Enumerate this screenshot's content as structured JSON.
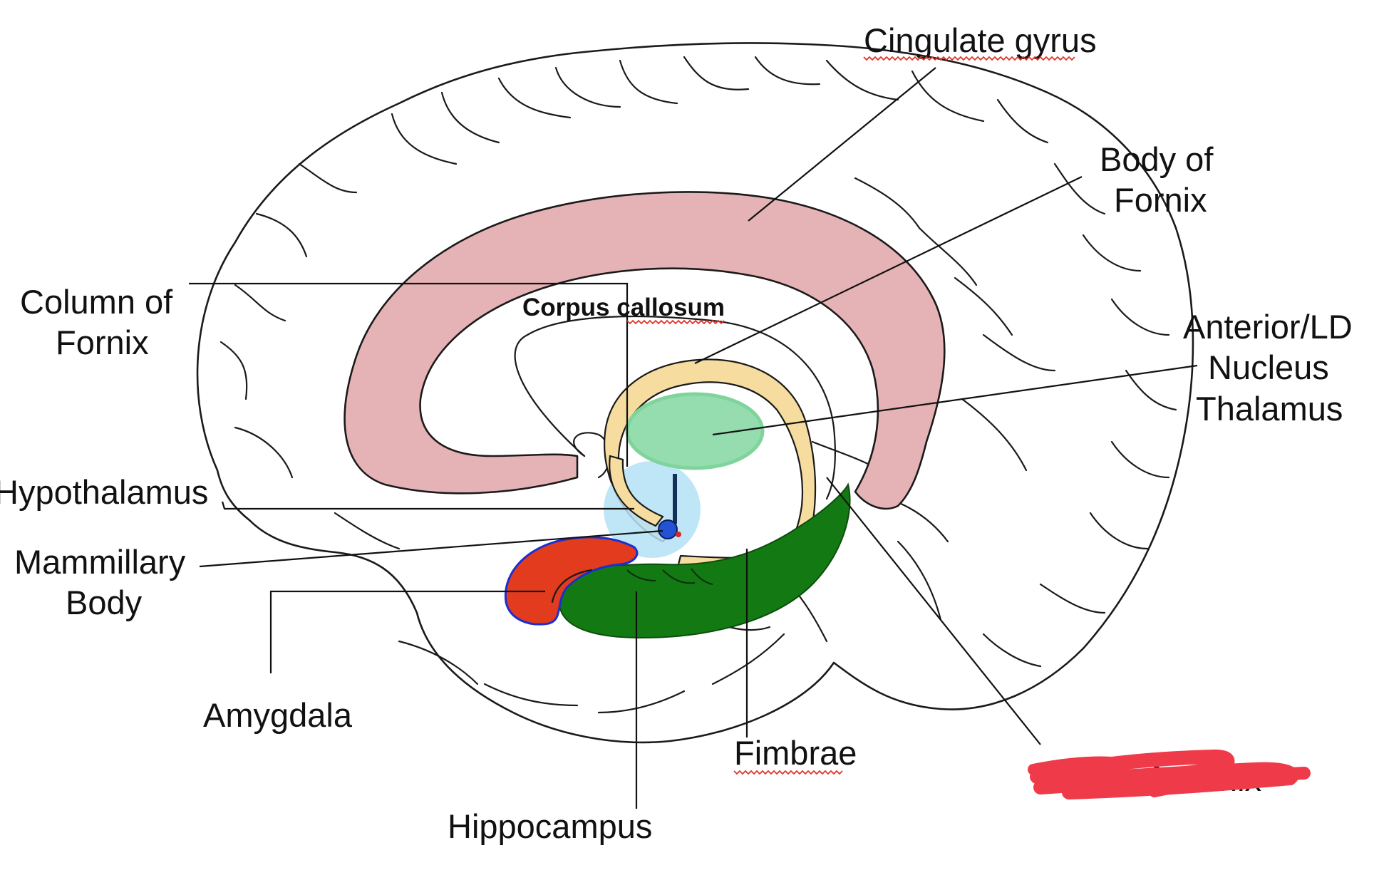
{
  "labels": {
    "cingulate_gyrus": "Cingulate gyrus",
    "body_of_fornix_line1": "Body of",
    "body_of_fornix_line2": "Fornix",
    "column_of_fornix_line1": "Column of",
    "column_of_fornix_line2": "Fornix",
    "corpus_callosum": "Corpus callosum",
    "anterior_ld_line1": "Anterior/LD",
    "anterior_ld_line2": "Nucleus",
    "anterior_ld_line3": "Thalamus",
    "hypothalamus": "Hypothalamus",
    "mammillary_line1": "Mammillary",
    "mammillary_line2": "Body",
    "amygdala": "Amygdala",
    "hippocampus": "Hippocampus",
    "fimbrae": "Fimbrae",
    "crus_of_fornix_redacted": "Crus of Fornix"
  },
  "colors": {
    "cingulate_gyrus": "#e5b3b5",
    "fornix": "#f6dc9f",
    "fornix_edge": "#e7c27a",
    "thalamus_nucleus": "#95dcaf",
    "thalamus_nucleus_edge": "#7fd49b",
    "hypothalamus": "#b4e2f6",
    "mammillary_body": "#2352d4",
    "amygdala": "#e23b1d",
    "amygdala_edge": "#1b2fd1",
    "hippocampus": "#137a13",
    "redaction": "#ef3a4a",
    "spellcheck": "#e0342c",
    "outline": "#1a1a1a"
  }
}
